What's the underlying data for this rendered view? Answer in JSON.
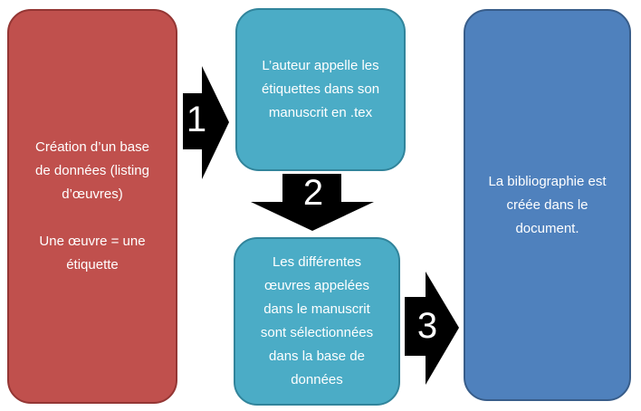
{
  "diagram": {
    "background": "#FFFFFF",
    "text_color": "#FFFFFF",
    "arrow_color": "#000000",
    "nodes": [
      {
        "id": "create-database",
        "text": "Création d’un base\nde données (listing\nd’œuvres)\n\nUne œuvre = une\nétiquette",
        "fill": "#C0504D",
        "border": "#943634"
      },
      {
        "id": "author-calls-labels",
        "text": "L’auteur appelle les\nétiquettes dans son\nmanuscrit en .tex",
        "fill": "#4BACC6",
        "border": "#31849B"
      },
      {
        "id": "works-selected",
        "text": "Les différentes\nœuvres appelées\ndans le manuscrit\nsont sélectionnées\ndans la base de\ndonnées",
        "fill": "#4BACC6",
        "border": "#31849B"
      },
      {
        "id": "bibliography-created",
        "text": "La bibliographie est\ncréée dans le\ndocument.",
        "fill": "#4F81BD",
        "border": "#385D8A"
      }
    ],
    "arrows": [
      {
        "label": "1",
        "direction": "right",
        "from": "create-database",
        "to": "author-calls-labels"
      },
      {
        "label": "2",
        "direction": "down",
        "from": "author-calls-labels",
        "to": "works-selected"
      },
      {
        "label": "3",
        "direction": "right",
        "from": "works-selected",
        "to": "bibliography-created"
      }
    ]
  }
}
